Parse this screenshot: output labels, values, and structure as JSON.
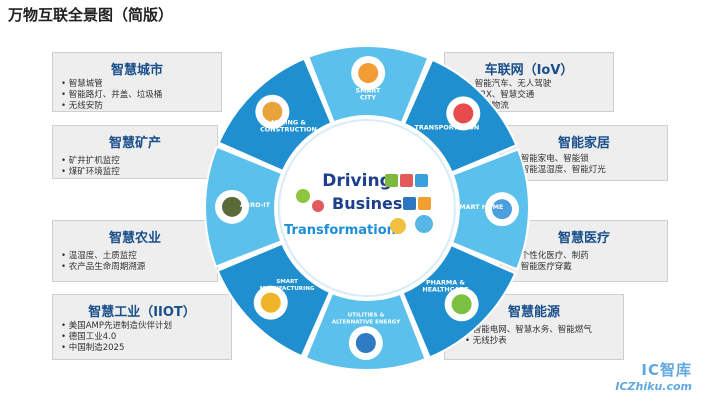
{
  "title": "万物互联全景图（简版）",
  "left_boxes": [
    {
      "title": "智慧城市",
      "items": [
        "智慧城管",
        "智能路灯、井盖、垃圾桶",
        "无线安防"
      ]
    },
    {
      "title": "智慧矿产",
      "items": [
        "矿井扩机监控",
        "煤矿环境监控"
      ]
    },
    {
      "title": "智慧农业",
      "items": [
        "温湿度、土质监控",
        "农产品生命周期溯源"
      ]
    },
    {
      "title": "智慧工业（IIOT）",
      "items": [
        "美国AMP先进制造伙伴计划",
        "德国工业4.0",
        "中国制造2025"
      ]
    }
  ],
  "right_boxes": [
    {
      "title": "车联网（IoV）",
      "items": [
        "智能汽车、无人驾驶",
        "V2X、智慧交通",
        "智慧物流"
      ]
    },
    {
      "title": "智能家居",
      "items": [
        "智能家电、智能锁",
        "智能温湿度、智能灯光"
      ]
    },
    {
      "title": "智慧医疗",
      "items": [
        "个性化医疗、制药",
        "智能医疗穿戴"
      ]
    },
    {
      "title": "智慧能源",
      "items": [
        "智能电网、智慧水务、智能燃气",
        "无线抄表"
      ]
    }
  ],
  "segments": [
    {
      "label": "SMART CITY",
      "lines": [
        "SMART",
        "CITY"
      ]
    },
    {
      "label": "TRANSPORTATION",
      "lines": [
        "TRANSPORTATION"
      ]
    },
    {
      "label": "SMART HOME",
      "lines": [
        "SMART HOME"
      ]
    },
    {
      "label": "PHARMA & HEALTHCARE",
      "lines": [
        "PHARMA &",
        "HEALTHCARE"
      ]
    },
    {
      "label": "UTILITIES & ALTERNATIVE ENERGY",
      "lines": [
        "UTILITIES &",
        "ALTERNATIVE ENERGY"
      ]
    },
    {
      "label": "SMART MANUFACTURING",
      "lines": [
        "SMART",
        "MANUFACTURING"
      ]
    },
    {
      "label": "AGRO-IT",
      "lines": [
        "AGRO-IT"
      ]
    },
    {
      "label": "MINING & CONSTRUCTION",
      "lines": [
        "MINING &",
        "CONSTRUCTION"
      ]
    }
  ],
  "center": {
    "line1": "Driving",
    "line2": "Business",
    "line3": "Transformation"
  },
  "watermark": {
    "line1": "IC智库",
    "line2": "ICZhiku.com"
  },
  "colors": {
    "ring_light": "#5bc0ec",
    "ring_dark": "#1f8fd0",
    "center_text": "#1d3f8c",
    "transformation": "#1a8fd8",
    "box_title": "#1a4f8a"
  }
}
